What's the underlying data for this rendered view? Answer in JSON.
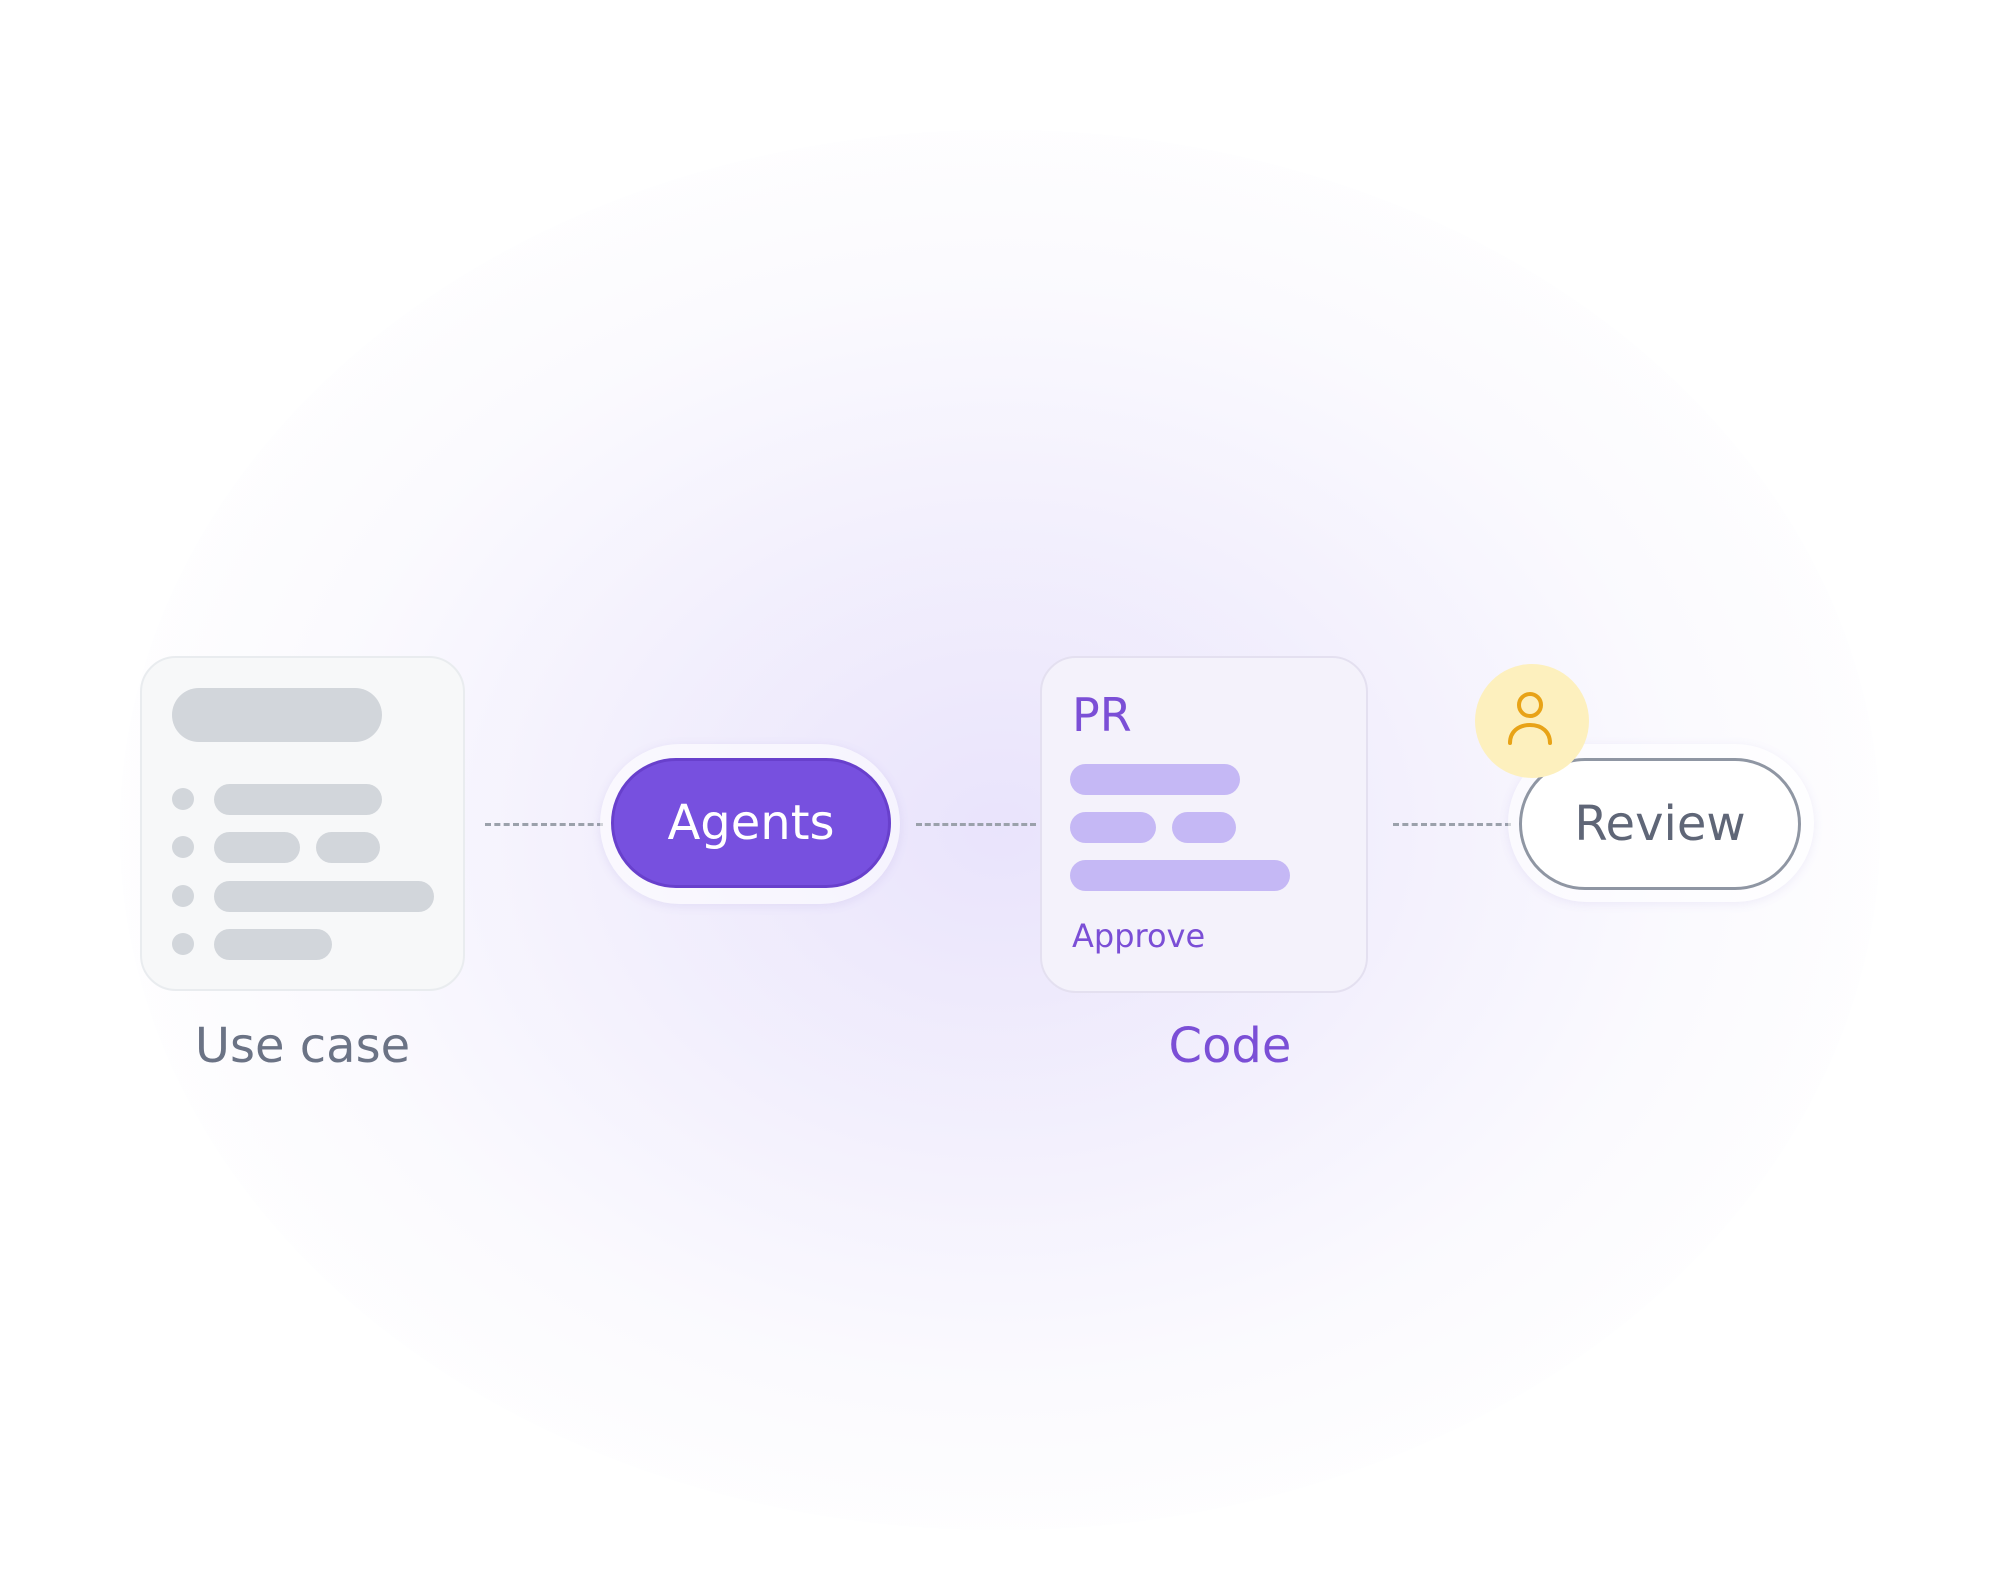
{
  "use_case": {
    "label": "Use case"
  },
  "agents": {
    "label": "Agents",
    "color": "#7750df"
  },
  "pr_card": {
    "title": "PR",
    "action": "Approve",
    "label": "Code",
    "color": "#7b4fd6"
  },
  "review": {
    "label": "Review",
    "icon": "person-icon",
    "icon_color": "#e8a317",
    "icon_bg": "#fdf0be"
  }
}
